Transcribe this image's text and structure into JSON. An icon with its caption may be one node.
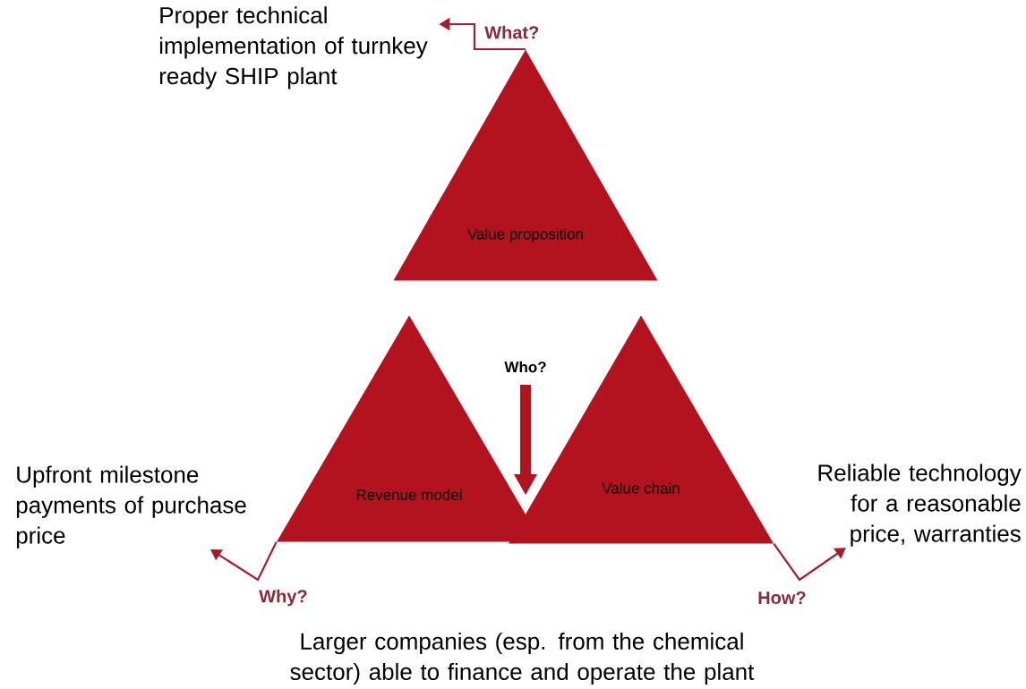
{
  "diagram": {
    "nodes": [
      {
        "text": [
          "Proper technical implementation of turnkey ready SHIP plant"
        ]
      },
      {
        "text": [
          "Value proposition"
        ]
      },
      {
        "text": [
          "Revenue model"
        ]
      },
      {
        "text": [
          "Value chain"
        ]
      },
      {
        "text": [
          "Upfront milestone payments of purchase price"
        ]
      },
      {
        "text": [
          "Reliable technology for a reasonable price, warranties"
        ]
      }
    ],
    "edges": [
      {
        "from": 1,
        "to": 0,
        "arrow": "to",
        "label": "What?"
      },
      {
        "from": 2,
        "to": 4,
        "arrow": "to",
        "label": "Why?"
      },
      {
        "from": 3,
        "to": 5,
        "arrow": "to",
        "label": "How?"
      }
    ],
    "labels": [
      "Who?",
      "Larger companies (esp. from the chemical sector) able to finance and operate the plant"
    ]
  }
}
